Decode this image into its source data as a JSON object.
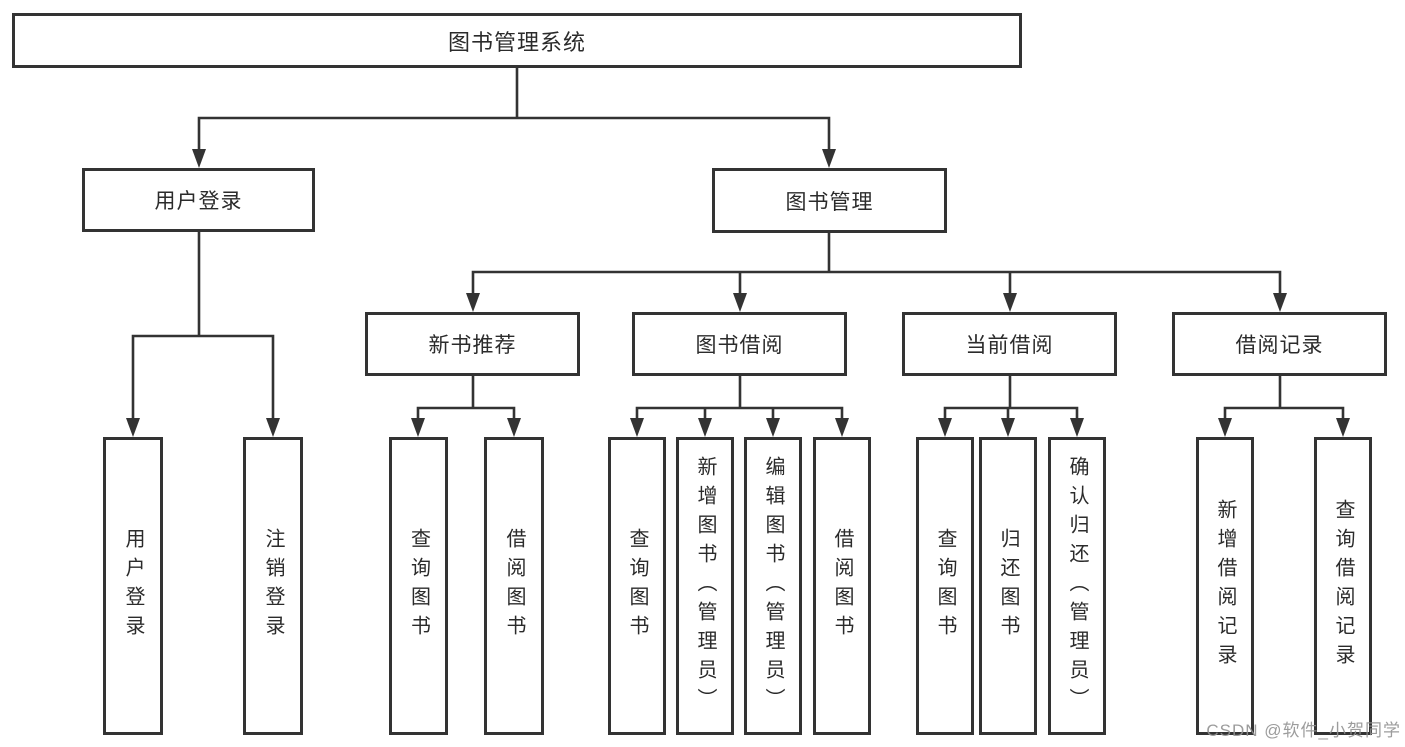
{
  "diagram": {
    "root": {
      "label": "图书管理系统"
    },
    "level2": {
      "user_login": {
        "label": "用户登录"
      },
      "book_management": {
        "label": "图书管理"
      }
    },
    "level3": {
      "new_book_recommend": {
        "label": "新书推荐"
      },
      "book_borrow": {
        "label": "图书借阅"
      },
      "current_borrow": {
        "label": "当前借阅"
      },
      "borrow_records": {
        "label": "借阅记录"
      }
    },
    "leaves": {
      "user_login": [
        "用户登录",
        "注销登录"
      ],
      "new_book_recommend": [
        "查询图书",
        "借阅图书"
      ],
      "book_borrow": [
        "查询图书",
        "新增图书（管理员）",
        "编辑图书（管理员）",
        "借阅图书"
      ],
      "current_borrow": [
        "查询图书",
        "归还图书",
        "确认归还（管理员）"
      ],
      "borrow_records": [
        "新增借阅记录",
        "查询借阅记录"
      ]
    }
  },
  "watermark": "CSDN @软件_小贺同学",
  "colors": {
    "line": "#333333",
    "box_border": "#333333",
    "text": "#2b2b2b",
    "watermark": "#919191",
    "background": "#ffffff"
  }
}
